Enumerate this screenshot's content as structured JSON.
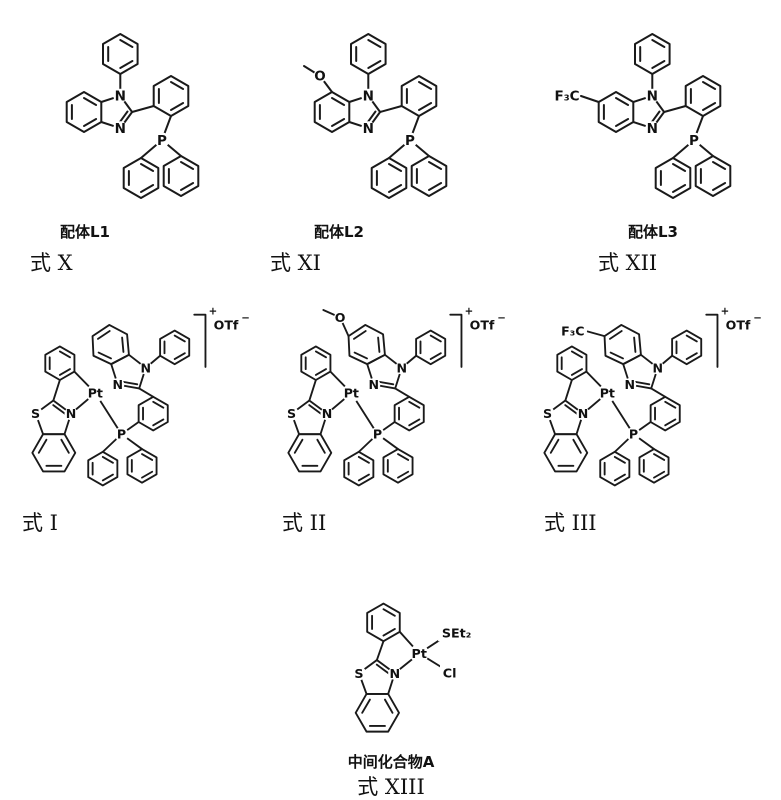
{
  "symbols": {
    "n": "N",
    "p": "P",
    "s": "S",
    "pt": "Pt",
    "o": "O",
    "cl": "Cl",
    "set2": "SEt₂",
    "cf3": "F₃C",
    "otf": "OTf",
    "plus": "+",
    "minus": "−"
  },
  "ligands": [
    {
      "name": "配体L1",
      "formula": "式 X"
    },
    {
      "name": "配体L2",
      "formula": "式 XI"
    },
    {
      "name": "配体L3",
      "formula": "式 XII"
    }
  ],
  "complexes": [
    {
      "formula": "式 I",
      "counterion": "OTf"
    },
    {
      "formula": "式 II",
      "counterion": "OTf"
    },
    {
      "formula": "式 III",
      "counterion": "OTf"
    }
  ],
  "intermediate": {
    "name": "中间化合物A",
    "formula": "式 XIII"
  }
}
